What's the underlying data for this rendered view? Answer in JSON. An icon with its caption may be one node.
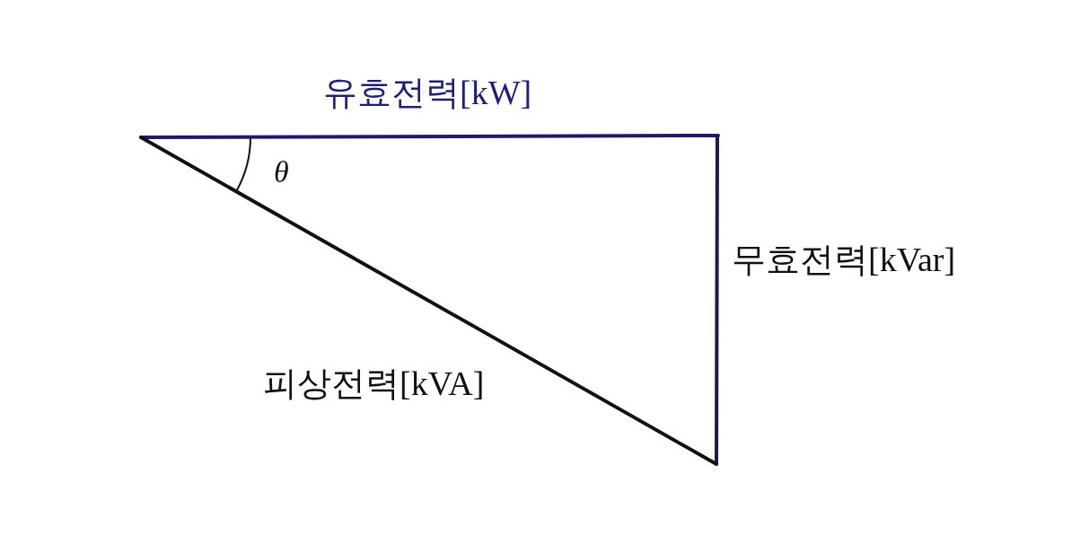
{
  "diagram": {
    "labels": [
      "유효전력[kW]",
      "θ",
      "무효전력[kVar]",
      "피상전력[kVA]"
    ]
  }
}
